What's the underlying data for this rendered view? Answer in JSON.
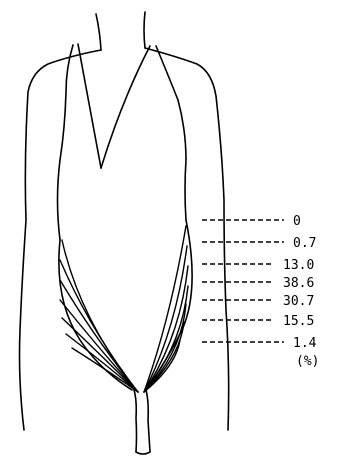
{
  "figure": {
    "type": "body-outline diagram: bathing suit leg-opening heights",
    "values": [
      "0",
      "0.7",
      "13.0",
      "38.6",
      "30.7",
      "15.5",
      "1.4"
    ],
    "unit": "(%)"
  },
  "colors": {
    "line": "#000000",
    "background": "#ffffff"
  }
}
